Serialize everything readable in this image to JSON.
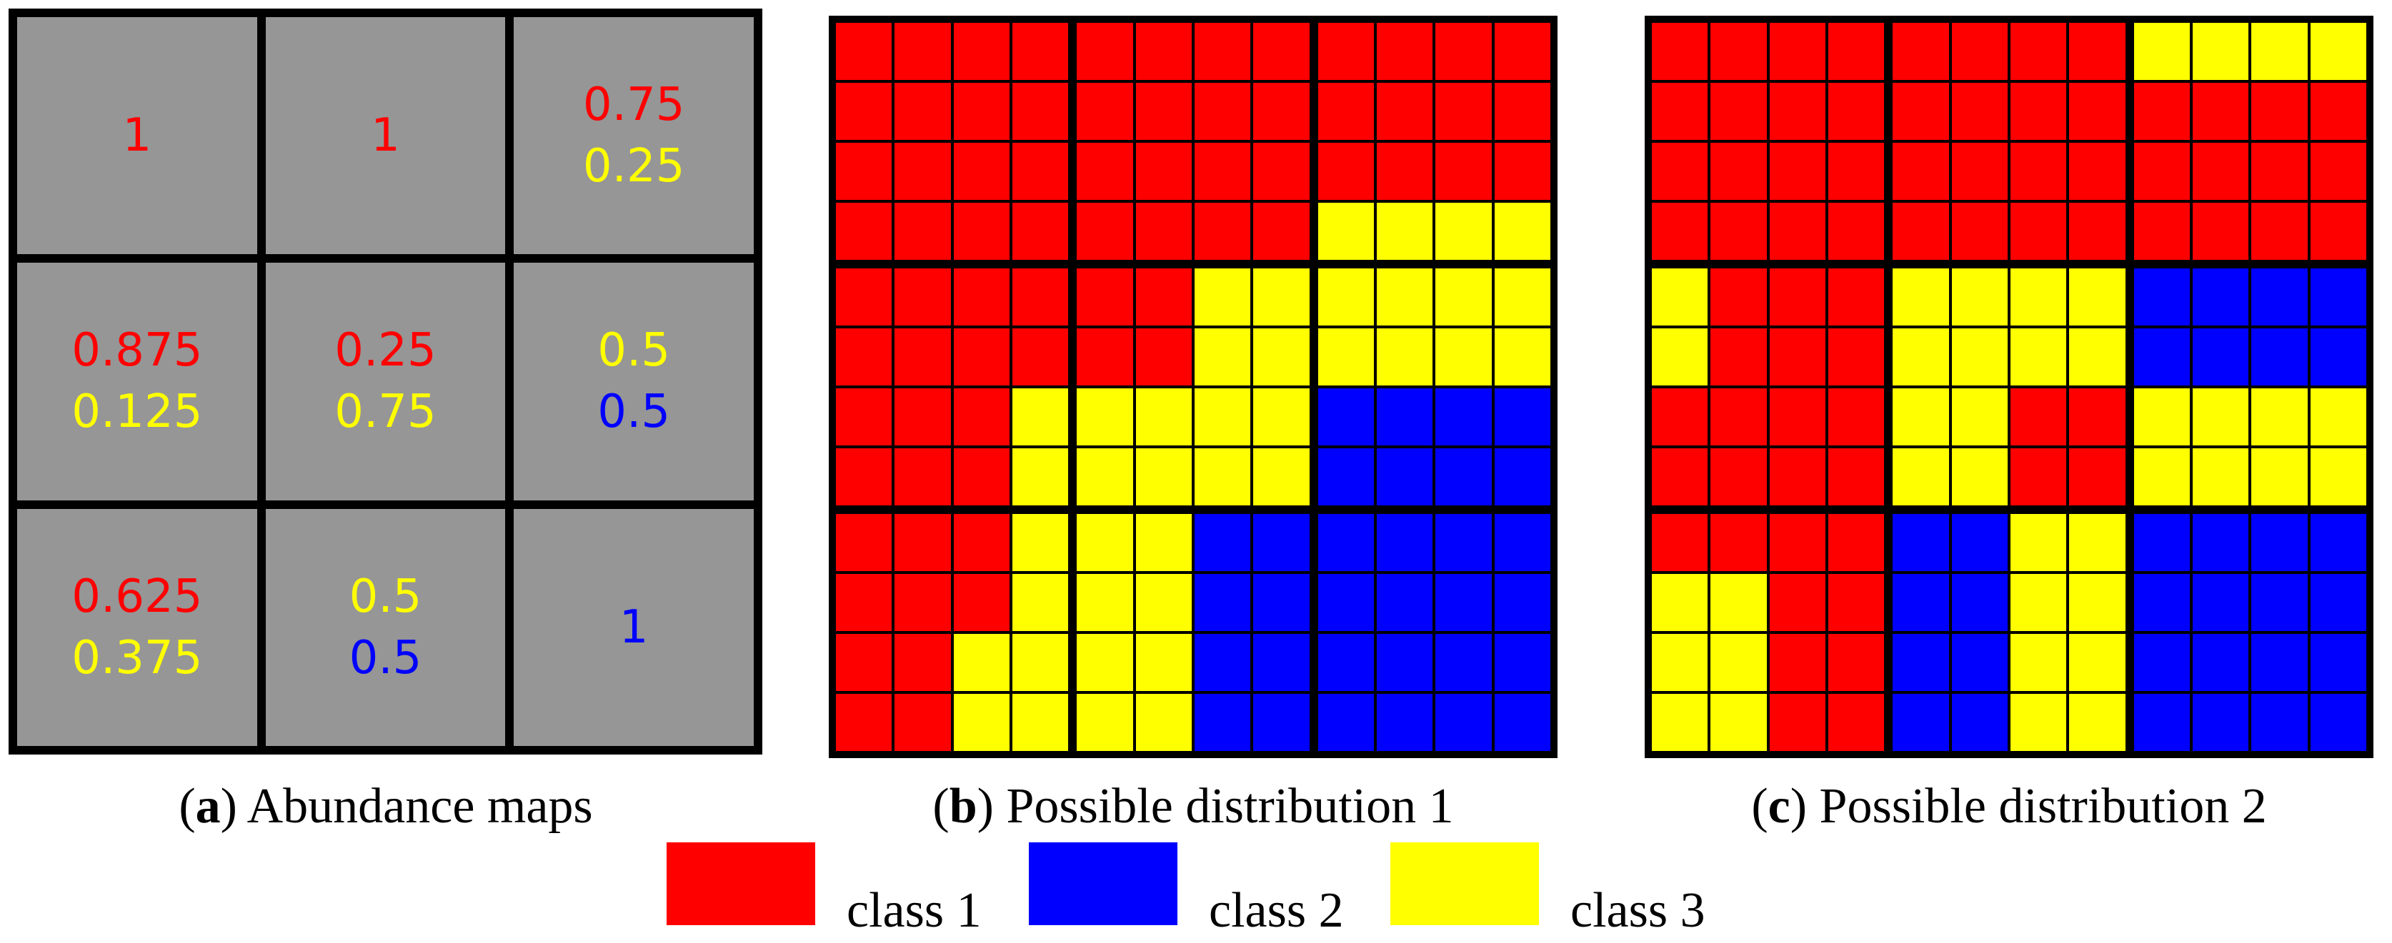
{
  "colors": {
    "class1": "#ff0000",
    "class2": "#0000ff",
    "class3": "#ffff00",
    "cell_bg": "#969696"
  },
  "panel_a": {
    "caption_letter": "a",
    "caption_text": " Abundance maps",
    "cells": [
      [
        [
          {
            "text": "1",
            "cls": "class1"
          }
        ],
        [
          {
            "text": "1",
            "cls": "class1"
          }
        ],
        [
          {
            "text": "0.75",
            "cls": "class1"
          },
          {
            "text": "0.25",
            "cls": "class3"
          }
        ]
      ],
      [
        [
          {
            "text": "0.875",
            "cls": "class1"
          },
          {
            "text": "0.125",
            "cls": "class3"
          }
        ],
        [
          {
            "text": "0.25",
            "cls": "class1"
          },
          {
            "text": "0.75",
            "cls": "class3"
          }
        ],
        [
          {
            "text": "0.5",
            "cls": "class3"
          },
          {
            "text": "0.5",
            "cls": "class2"
          }
        ]
      ],
      [
        [
          {
            "text": "0.625",
            "cls": "class1"
          },
          {
            "text": "0.375",
            "cls": "class3"
          }
        ],
        [
          {
            "text": "0.5",
            "cls": "class3"
          },
          {
            "text": "0.5",
            "cls": "class2"
          }
        ],
        [
          {
            "text": "1",
            "cls": "class2"
          }
        ]
      ]
    ]
  },
  "panel_b": {
    "caption_letter": "b",
    "caption_text": " Possible distribution 1",
    "grid": [
      "RRRRRRRRRRRR",
      "RRRRRRRRRRRR",
      "RRRRRRRRRRRR",
      "RRRRRRRRYYYY",
      "RRRRRRYYYYYY",
      "RRRRRRYYYYYY",
      "RRRYYYYYBBBB",
      "RRRYYYYYBBBB",
      "RRRYYYBBBBBB",
      "RRRYYYBBBBBB",
      "RRYYYYBBBBBB",
      "RRYYYYBBBBBB"
    ]
  },
  "panel_c": {
    "caption_letter": "c",
    "caption_text": " Possible distribution 2",
    "grid": [
      "RRRRRRRRYYYY",
      "RRRRRRRRRRRR",
      "RRRRRRRRRRRR",
      "RRRRRRRRRRRR",
      "YRRRYYYYBBBB",
      "YRRRYYYYBBBB",
      "RRRRYYRRYYYY",
      "RRRRYYRRYYYY",
      "RRRRBBYYBBBB",
      "YYRRBBYYBBBB",
      "YYRRBBYYBBBB",
      "YYRRBBYYBBBB"
    ]
  },
  "legend": [
    {
      "label": "class 1",
      "cls": "class1"
    },
    {
      "label": "class 2",
      "cls": "class2"
    },
    {
      "label": "class 3",
      "cls": "class3"
    }
  ]
}
